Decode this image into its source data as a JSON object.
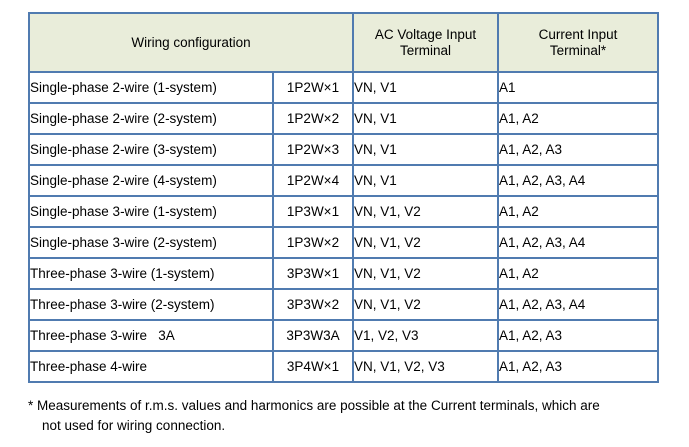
{
  "table": {
    "headers": {
      "wiring_configuration": "Wiring configuration",
      "ac_voltage_line1": "AC Voltage Input",
      "ac_voltage_line2": "Terminal",
      "current_line1": "Current Input",
      "current_line2": "Terminal*"
    },
    "rows": [
      {
        "name": "Single-phase 2-wire (1-system)",
        "code": "1P2W×1",
        "voltage": "VN, V1",
        "current": "A1"
      },
      {
        "name": "Single-phase 2-wire (2-system)",
        "code": "1P2W×2",
        "voltage": "VN, V1",
        "current": "A1, A2"
      },
      {
        "name": "Single-phase 2-wire (3-system)",
        "code": "1P2W×3",
        "voltage": "VN, V1",
        "current": "A1, A2, A3"
      },
      {
        "name": "Single-phase 2-wire (4-system)",
        "code": "1P2W×4",
        "voltage": "VN, V1",
        "current": "A1, A2, A3, A4"
      },
      {
        "name": "Single-phase 3-wire (1-system)",
        "code": "1P3W×1",
        "voltage": "VN, V1, V2",
        "current": "A1, A2"
      },
      {
        "name": "Single-phase 3-wire (2-system)",
        "code": "1P3W×2",
        "voltage": "VN, V1, V2",
        "current": "A1, A2, A3, A4"
      },
      {
        "name": "Three-phase 3-wire (1-system)",
        "code": "3P3W×1",
        "voltage": "VN, V1, V2",
        "current": "A1, A2"
      },
      {
        "name": "Three-phase 3-wire (2-system)",
        "code": "3P3W×2",
        "voltage": "VN, V1, V2",
        "current": "A1, A2, A3, A4"
      },
      {
        "name": "Three-phase 3-wire   3A",
        "code": "3P3W3A",
        "voltage": "V1, V2, V3",
        "current": "A1, A2, A3"
      },
      {
        "name": "Three-phase 4-wire",
        "code": "3P4W×1",
        "voltage": "VN, V1, V2, V3",
        "current": "A1, A2, A3"
      }
    ]
  },
  "footnote": {
    "line1": "* Measurements of r.m.s. values and harmonics are possible at the Current terminals, which are",
    "line2": "not used for wiring connection."
  },
  "colors": {
    "border": "#507bb0",
    "header_background": "#e9edda",
    "cell_background": "#ffffff",
    "page_background": "#ffffff",
    "text": "#000000"
  }
}
